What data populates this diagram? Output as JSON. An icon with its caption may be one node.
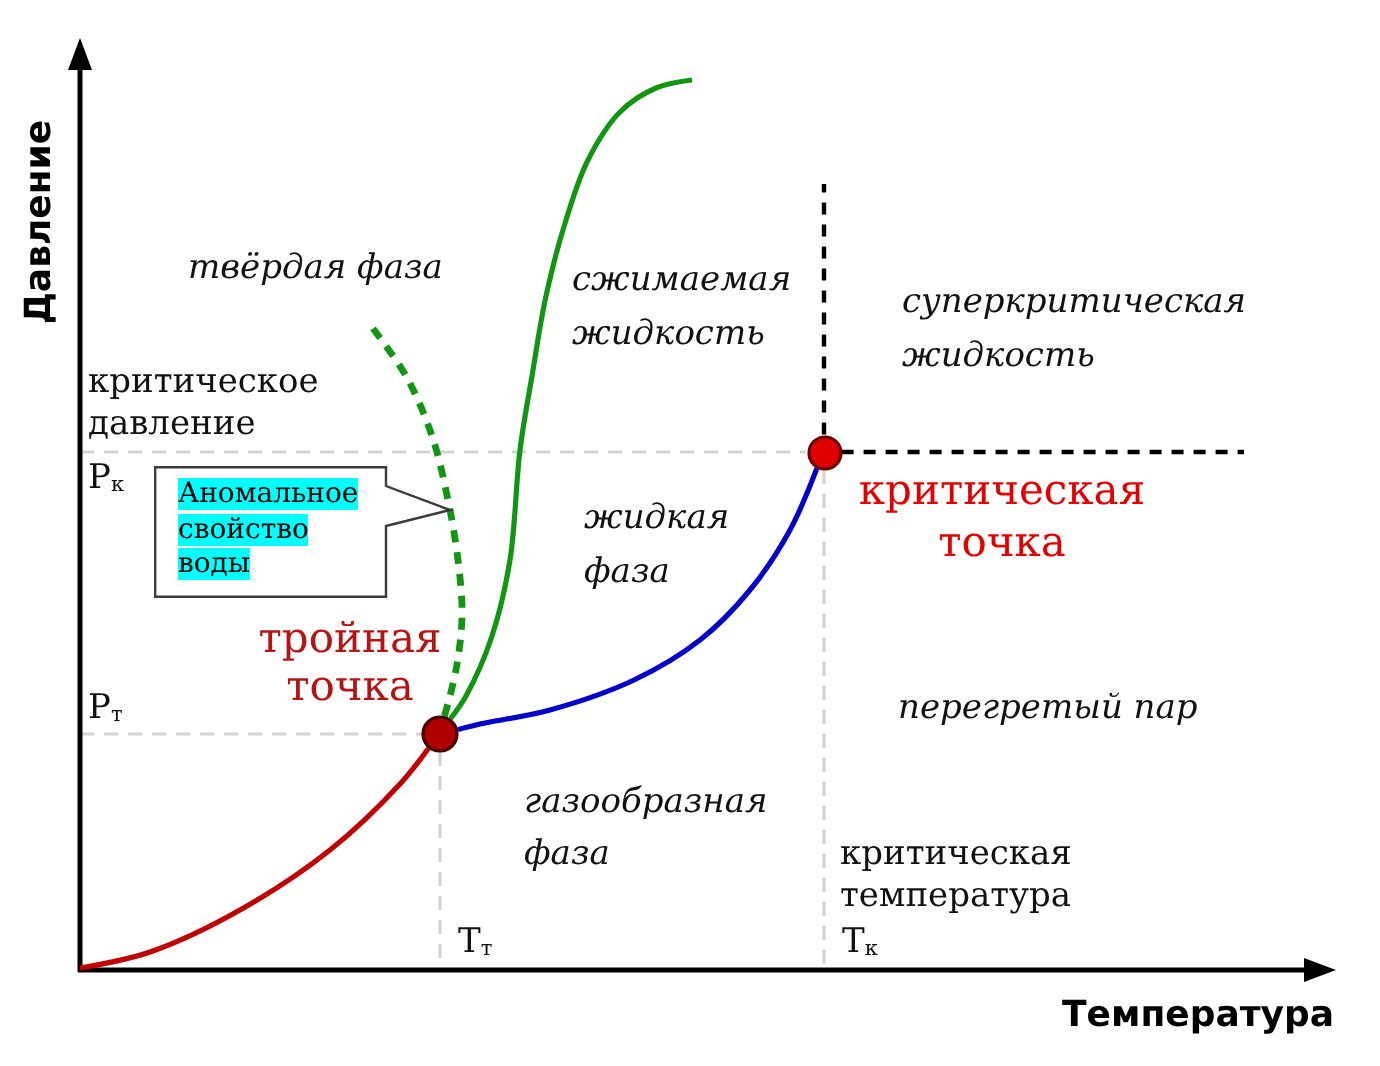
{
  "diagram": {
    "nodes": [
      {
        "text": [],
        "shape": "circle",
        "beside": [
          "критическая точка"
        ]
      },
      {
        "text": [
          "Аномальное свойство воды"
        ]
      },
      {
        "text": [],
        "shape": "circle",
        "beside": [
          "тройная точка"
        ]
      }
    ],
    "edges": [
      {
        "from": null,
        "to": 2,
        "arrow": "none",
        "color": "#c00000"
      },
      {
        "from": 2,
        "to": 0,
        "arrow": "none",
        "color": "#0000c8"
      },
      {
        "from": 2,
        "to": null,
        "arrow": "none",
        "color": "#129612"
      },
      {
        "from": 2,
        "to": null,
        "arrow": "none",
        "style": "dashed",
        "color": "#129612"
      },
      {
        "from": 0,
        "to": null,
        "arrow": "none",
        "style": "dashed",
        "color": "#000000"
      },
      {
        "from": 0,
        "to": null,
        "arrow": "none",
        "style": "dashed",
        "color": "#000000"
      }
    ],
    "labels": [
      "Давление",
      "твёрдая фаза",
      "сжимаемая жидкость",
      "суперкритическая жидкость",
      "критическое давление",
      "Р$_{к}$",
      "жидкая фаза",
      "Р$_{т}$",
      "перегретый пар",
      "газообразная фаза",
      "критическая температура",
      "Т$_{т}$",
      "Т$_{к}$",
      "Температура"
    ]
  }
}
